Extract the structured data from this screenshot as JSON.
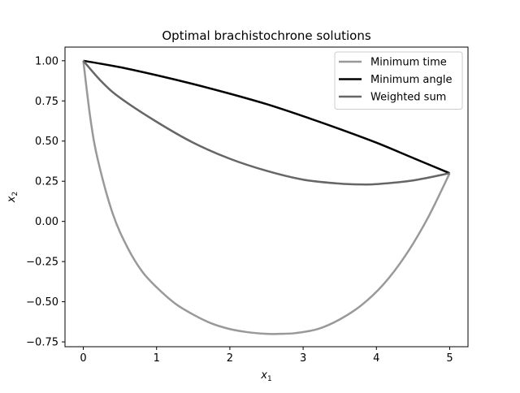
{
  "chart_data": {
    "type": "line",
    "title": "Optimal brachistochrone solutions",
    "xlabel": "x",
    "xlabel_sub": "1",
    "ylabel": "x",
    "ylabel_sub": "2",
    "xlim": [
      -0.25,
      5.25
    ],
    "ylim": [
      -0.78,
      1.085
    ],
    "xticks": [
      0,
      1,
      2,
      3,
      4,
      5
    ],
    "xtick_labels": [
      "0",
      "1",
      "2",
      "3",
      "4",
      "5"
    ],
    "yticks": [
      -0.75,
      -0.5,
      -0.25,
      0.0,
      0.25,
      0.5,
      0.75,
      1.0
    ],
    "ytick_labels": [
      "−0.75",
      "−0.50",
      "−0.25",
      "0.00",
      "0.25",
      "0.50",
      "0.75",
      "1.00"
    ],
    "grid": false,
    "legend_position": "top-right",
    "series": [
      {
        "name": "Minimum time",
        "color": "#999999",
        "x": [
          0.0,
          0.1,
          0.2,
          0.4,
          0.6,
          0.8,
          1.0,
          1.25,
          1.5,
          1.75,
          2.0,
          2.25,
          2.5,
          2.67,
          2.9,
          3.2,
          3.5,
          3.8,
          4.1,
          4.4,
          4.7,
          5.0
        ],
        "y": [
          1.0,
          0.63,
          0.38,
          0.05,
          -0.16,
          -0.31,
          -0.41,
          -0.51,
          -0.58,
          -0.635,
          -0.67,
          -0.69,
          -0.7,
          -0.7,
          -0.695,
          -0.67,
          -0.61,
          -0.52,
          -0.39,
          -0.21,
          0.02,
          0.3
        ]
      },
      {
        "name": "Minimum angle",
        "color": "#000000",
        "x": [
          0.0,
          0.5,
          1.0,
          1.5,
          2.0,
          2.5,
          3.0,
          3.5,
          4.0,
          4.5,
          5.0
        ],
        "y": [
          1.0,
          0.96,
          0.91,
          0.855,
          0.795,
          0.73,
          0.655,
          0.575,
          0.49,
          0.395,
          0.3
        ]
      },
      {
        "name": "Weighted sum",
        "color": "#666666",
        "x": [
          0.0,
          0.25,
          0.5,
          1.0,
          1.5,
          2.0,
          2.5,
          3.0,
          3.5,
          3.8,
          4.0,
          4.5,
          5.0
        ],
        "y": [
          1.0,
          0.87,
          0.77,
          0.62,
          0.49,
          0.39,
          0.315,
          0.26,
          0.235,
          0.23,
          0.232,
          0.255,
          0.3
        ]
      }
    ]
  }
}
